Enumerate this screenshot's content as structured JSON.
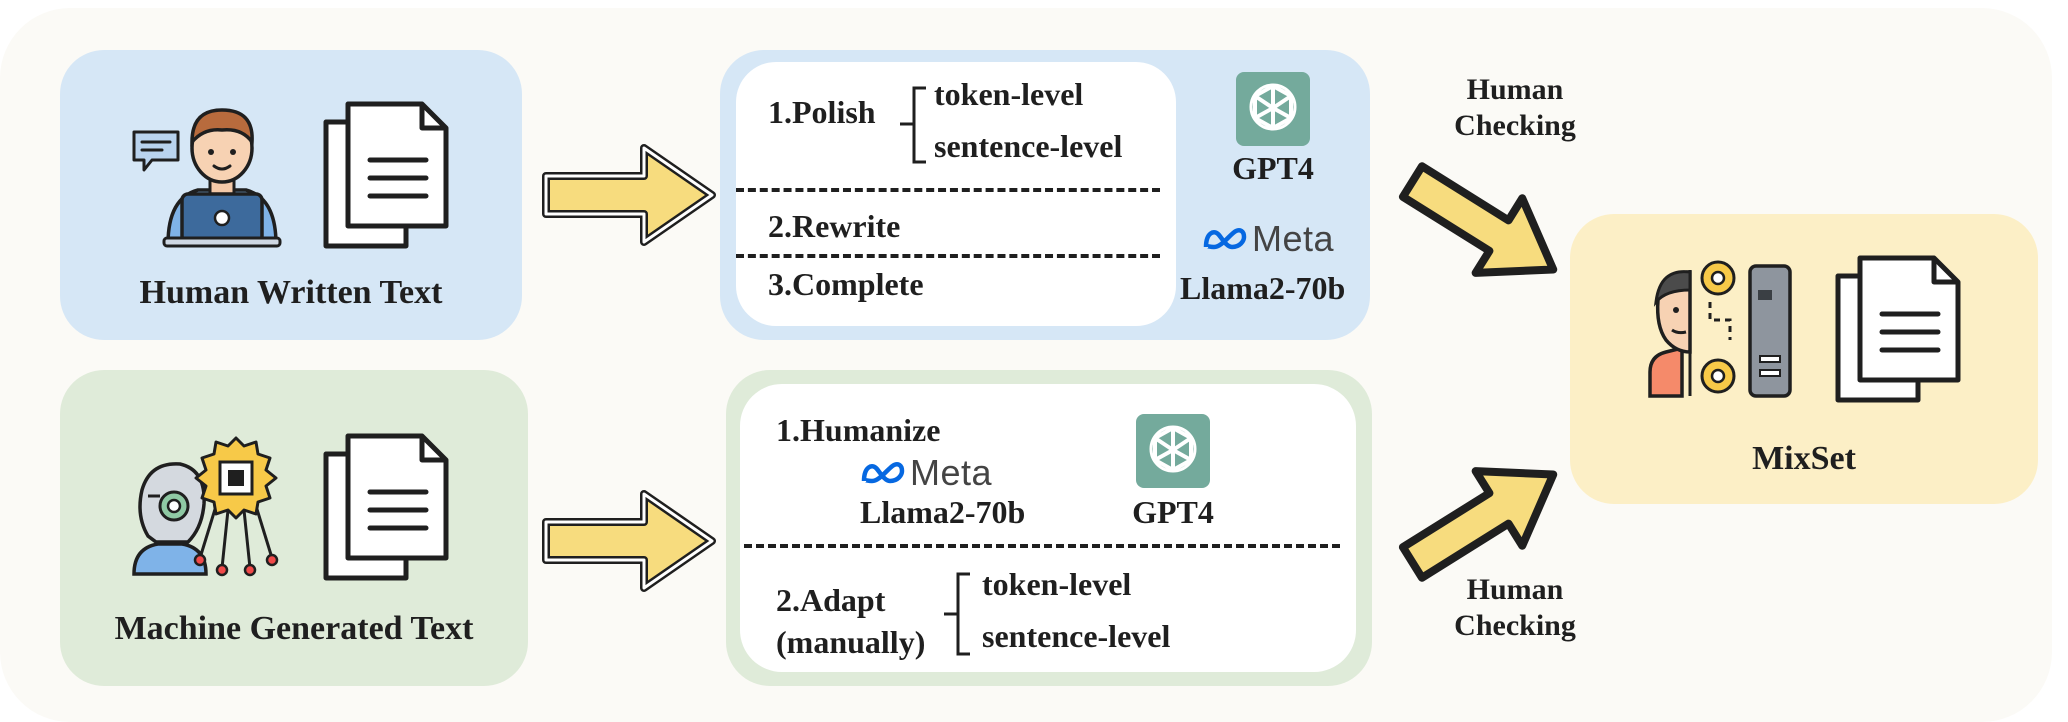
{
  "sources": {
    "human_label": "Human Written Text",
    "machine_label": "Machine Generated Text"
  },
  "upper_ops": {
    "polish": "1.Polish",
    "polish_token": "token-level",
    "polish_sentence": "sentence-level",
    "rewrite": "2.Rewrite",
    "complete": "3.Complete",
    "model_gpt": "GPT4",
    "model_meta_word": "Meta",
    "model_llama": "Llama2-70b"
  },
  "lower_ops": {
    "humanize": "1.Humanize",
    "model_meta_word": "Meta",
    "model_llama": "Llama2-70b",
    "model_gpt": "GPT4",
    "adapt_line1": "2.Adapt",
    "adapt_line2": "(manually)",
    "adapt_token": "token-level",
    "adapt_sentence": "sentence-level"
  },
  "checks": {
    "upper_line1": "Human",
    "upper_line2": "Checking",
    "lower_line1": "Human",
    "lower_line2": "Checking"
  },
  "output": {
    "label": "MixSet"
  },
  "colors": {
    "blue_panel": "#d6e7f6",
    "green_panel": "#dfebd9",
    "yellow_panel": "#fcefc6",
    "arrow_fill": "#f7dc7e",
    "openai_green": "#74aa9c",
    "meta_blue": "#0668e1"
  },
  "icons": [
    "person-laptop-icon",
    "chat-bubble-icon",
    "document-icon",
    "robot-head-icon",
    "chip-gear-icon",
    "openai-logo-icon",
    "meta-logo-icon",
    "human-robot-half-icon",
    "block-arrow-icon"
  ]
}
